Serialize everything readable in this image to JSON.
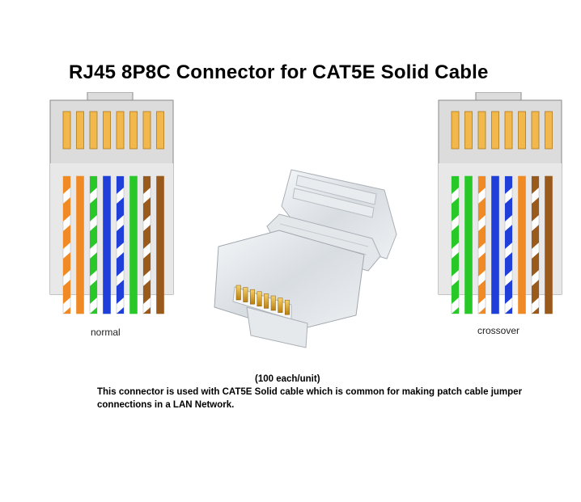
{
  "title": "RJ45 8P8C Connector for CAT5E Solid Cable",
  "diagrams": [
    {
      "label": "normal",
      "wires": [
        {
          "base": "#ffffff",
          "stripe": "#f08a24"
        },
        {
          "base": "#f08a24",
          "stripe": null
        },
        {
          "base": "#ffffff",
          "stripe": "#28c828"
        },
        {
          "base": "#1f3fd8",
          "stripe": null
        },
        {
          "base": "#ffffff",
          "stripe": "#1f3fd8"
        },
        {
          "base": "#28c828",
          "stripe": null
        },
        {
          "base": "#ffffff",
          "stripe": "#9a5a1c"
        },
        {
          "base": "#9a5a1c",
          "stripe": null
        }
      ]
    },
    {
      "label": "crossover",
      "wires": [
        {
          "base": "#ffffff",
          "stripe": "#28c828"
        },
        {
          "base": "#28c828",
          "stripe": null
        },
        {
          "base": "#ffffff",
          "stripe": "#f08a24"
        },
        {
          "base": "#1f3fd8",
          "stripe": null
        },
        {
          "base": "#ffffff",
          "stripe": "#1f3fd8"
        },
        {
          "base": "#f08a24",
          "stripe": null
        },
        {
          "base": "#ffffff",
          "stripe": "#9a5a1c"
        },
        {
          "base": "#9a5a1c",
          "stripe": null
        }
      ]
    }
  ],
  "colors": {
    "housing": "#dcdcdc",
    "housing_edge": "#8a8a8a",
    "contact": "#f2b84b",
    "contact_edge": "#b07a1a",
    "gold": "#d9a21c"
  },
  "caption": {
    "quantity": "(100 each/unit)",
    "text": "This connector is used with CAT5E Solid cable which is common for making patch cable jumper connections in a LAN Network."
  }
}
